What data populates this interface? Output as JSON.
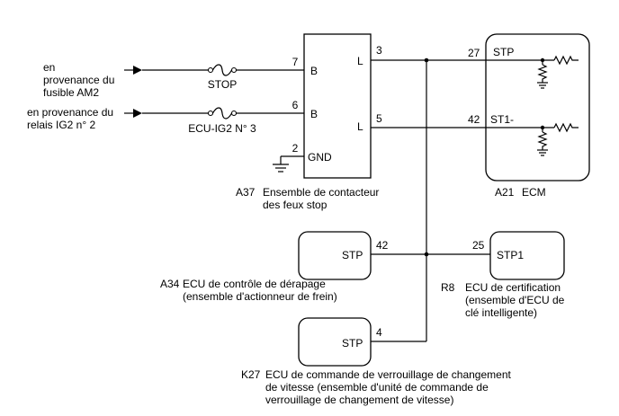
{
  "sources": {
    "am2": [
      "en",
      "provenance du",
      "fusible AM2"
    ],
    "ig2": [
      "en provenance du",
      "relais IG2 n° 2"
    ]
  },
  "fuses": {
    "stop": "STOP",
    "ecu_ig2": "ECU-IG2 N° 3"
  },
  "switch": {
    "pins": {
      "p7": "7",
      "p6": "6",
      "p2": "2",
      "p3": "3",
      "p5": "5"
    },
    "terms": {
      "b1": "B",
      "b2": "B",
      "gnd": "GND",
      "l1": "L",
      "l2": "L"
    },
    "code": "A37",
    "name": [
      "Ensemble de contacteur",
      "des feux stop"
    ]
  },
  "ecm": {
    "pins": {
      "p27": "27",
      "p42": "42"
    },
    "terms": {
      "stp": "STP",
      "st1": "ST1-"
    },
    "code": "A21",
    "name": "ECM"
  },
  "skid": {
    "pin": "42",
    "term": "STP",
    "code": "A34",
    "name": [
      "ECU de contrôle de dérapage",
      "(ensemble d'actionneur de frein)"
    ]
  },
  "cert": {
    "pin": "25",
    "term": "STP1",
    "code": "R8",
    "name": [
      "ECU de certification",
      "(ensemble d'ECU de",
      "clé intelligente)"
    ]
  },
  "shift": {
    "pin": "4",
    "term": "STP",
    "code": "K27",
    "name": [
      "ECU de commande de verrouillage de changement",
      "de vitesse (ensemble d'unité de commande de",
      "verrouillage de changement de vitesse)"
    ]
  }
}
